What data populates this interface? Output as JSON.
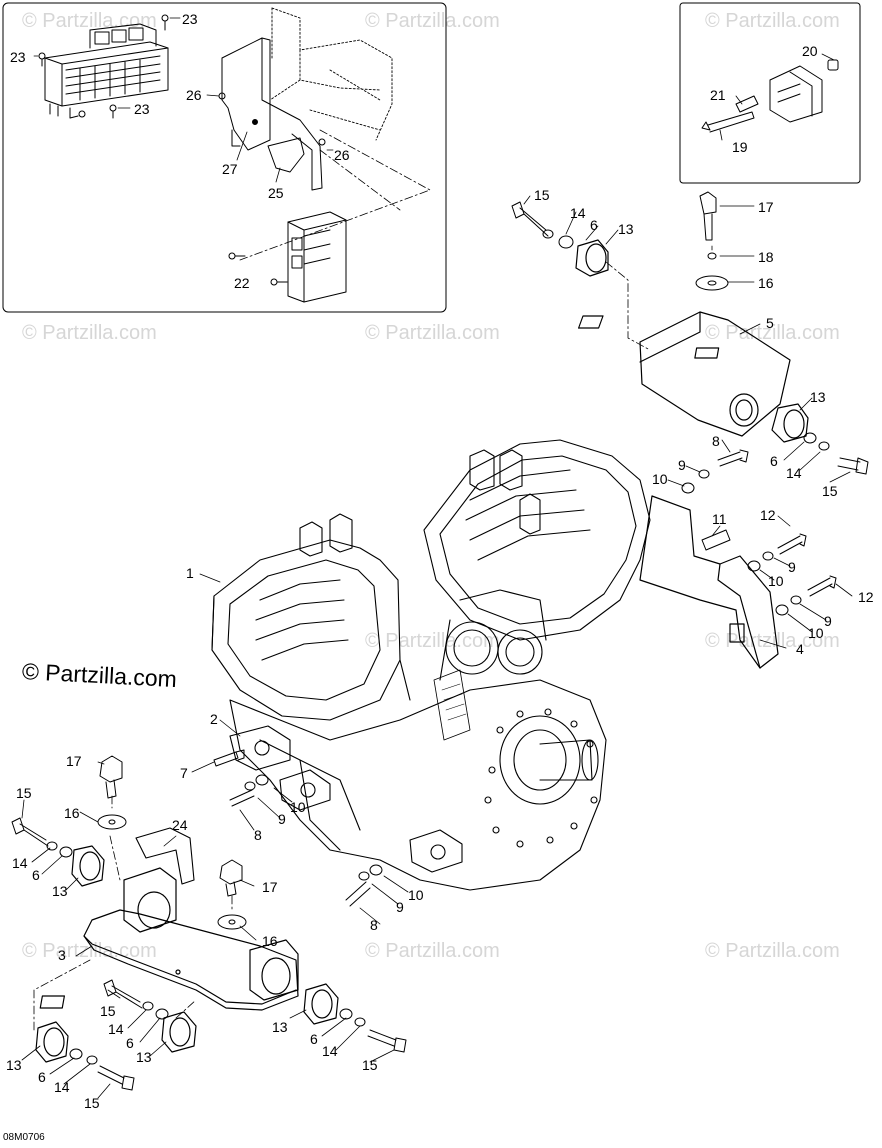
{
  "watermark": {
    "text": "© Partzilla.com"
  },
  "main_watermark": {
    "text": "© Partzilla.com"
  },
  "drawing_code": "08M0706",
  "labels": {
    "n23a": "23",
    "n23b": "23",
    "n23c": "23",
    "n26a": "26",
    "n26b": "26",
    "n27": "27",
    "n25": "25",
    "n22": "22",
    "n20": "20",
    "n21": "21",
    "n19": "19",
    "n15a": "15",
    "n14a": "14",
    "n6a": "6",
    "n13a": "13",
    "n17a": "17",
    "n18": "18",
    "n16a": "16",
    "n5": "5",
    "n13b": "13",
    "n6b": "6",
    "n14b": "14",
    "n15b": "15",
    "n8a": "8",
    "n9a": "9",
    "n10a": "10",
    "n11": "11",
    "n12a": "12",
    "n9b": "9",
    "n10b": "10",
    "n12b": "12",
    "n9c": "9",
    "n10c": "10",
    "n4": "4",
    "n1": "1",
    "n2": "2",
    "n7": "7",
    "n10d": "10",
    "n9d": "9",
    "n8b": "8",
    "n17b": "17",
    "n15c": "15",
    "n16b": "16",
    "n24": "24",
    "n14c": "14",
    "n6c": "6",
    "n13c": "13",
    "n17c": "17",
    "n10e": "10",
    "n9e": "9",
    "n8c": "8",
    "n3": "3",
    "n16c": "16",
    "n15d": "15",
    "n14d": "14",
    "n6d": "6",
    "n13d": "13",
    "n13e": "13",
    "n6e": "6",
    "n14e": "14",
    "n15e": "15",
    "n13f": "13",
    "n6f": "6",
    "n14f": "14",
    "n15f": "15"
  }
}
